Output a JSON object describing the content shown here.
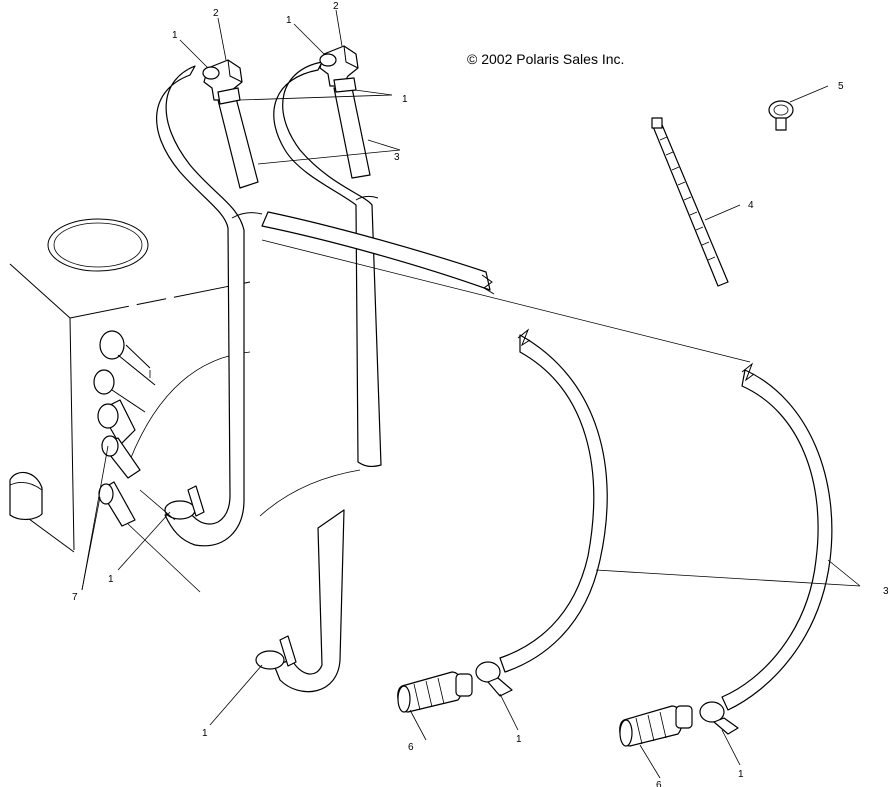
{
  "copyright": "© 2002 Polaris Sales Inc.",
  "callouts": {
    "c1a": "1",
    "c1b": "1",
    "c1c": "1",
    "c1d": "1",
    "c1e": "1",
    "c1f": "1",
    "c1g": "1",
    "c2a": "2",
    "c2b": "2",
    "c3a": "3",
    "c3b": "3",
    "c4": "4",
    "c5": "5",
    "c6a": "6",
    "c6b": "6",
    "c7": "7"
  }
}
